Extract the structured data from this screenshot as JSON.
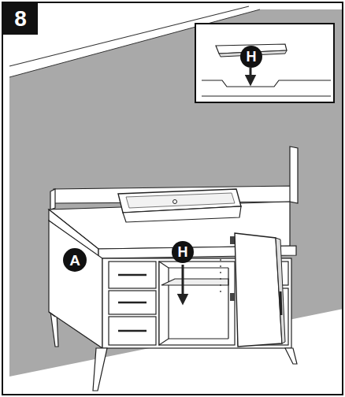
{
  "diagram": {
    "nodes": [
      {
        "text": [
          "8"
        ]
      },
      {
        "text": [
          "H"
        ]
      },
      {
        "text": [
          "A"
        ]
      },
      {
        "text": [
          "H"
        ]
      }
    ]
  }
}
